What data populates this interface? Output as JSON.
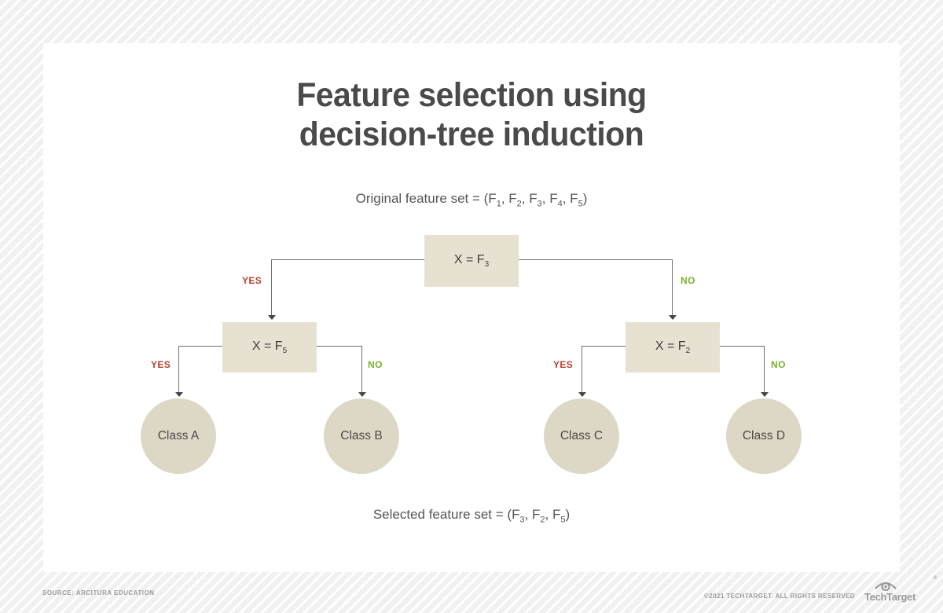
{
  "title": {
    "line1": "Feature selection using",
    "line2": "decision-tree induction"
  },
  "original_set": {
    "prefix": "Original feature set = (",
    "features": [
      {
        "base": "F",
        "sub": "1"
      },
      {
        "base": "F",
        "sub": "2"
      },
      {
        "base": "F",
        "sub": "3"
      },
      {
        "base": "F",
        "sub": "4"
      },
      {
        "base": "F",
        "sub": "5"
      }
    ],
    "separator": ", ",
    "suffix": ")"
  },
  "selected_set": {
    "prefix": "Selected feature set = (",
    "features": [
      {
        "base": "F",
        "sub": "3"
      },
      {
        "base": "F",
        "sub": "2"
      },
      {
        "base": "F",
        "sub": "5"
      }
    ],
    "separator": ", ",
    "suffix": ")"
  },
  "tree": {
    "root": {
      "base": "X = F",
      "sub": "3"
    },
    "left_node": {
      "base": "X = F",
      "sub": "5"
    },
    "right_node": {
      "base": "X = F",
      "sub": "2"
    },
    "labels": {
      "yes": "YES",
      "no": "NO"
    },
    "leaves": {
      "a": "Class A",
      "b": "Class B",
      "c": "Class C",
      "d": "Class D"
    }
  },
  "footer": {
    "source": "SOURCE: ARCITURA EDUCATION",
    "copyright": "©2021 TECHTARGET. ALL RIGHTS RESERVED",
    "logo": "TechTarget",
    "registered": "®"
  },
  "colors": {
    "yes_label": "#b5432e",
    "no_label": "#77b42c",
    "node_fill": "#e7e1d1",
    "leaf_fill": "#ddd7c5",
    "connector": "#717171",
    "title_text": "#4a4a4c",
    "background": "#f1f1f2",
    "card": "#ffffff",
    "footer_text": "#9b9b9b"
  }
}
